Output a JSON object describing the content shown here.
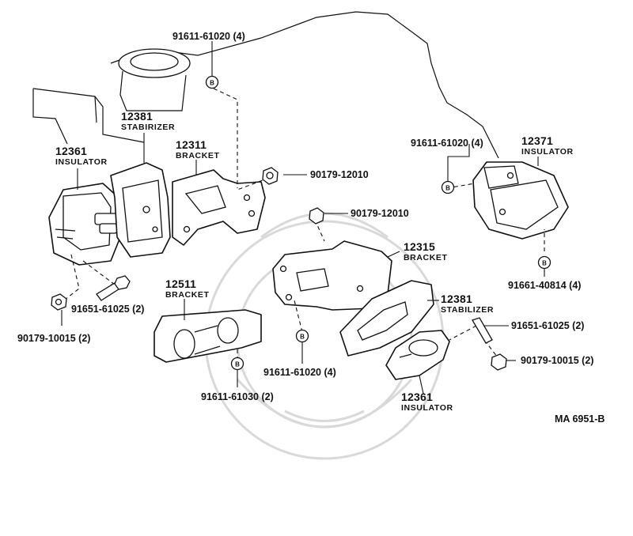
{
  "diagram": {
    "callouts": [
      {
        "id": "p12381a",
        "number": "12381",
        "name": "STABIRIZER"
      },
      {
        "id": "p12361a",
        "number": "12361",
        "name": "INSULATOR"
      },
      {
        "id": "p12311",
        "number": "12311",
        "name": "BRACKET"
      },
      {
        "id": "p12371",
        "number": "12371",
        "name": "INSULATOR"
      },
      {
        "id": "p12315",
        "number": "12315",
        "name": "BRACKET"
      },
      {
        "id": "p12511",
        "number": "12511",
        "name": "BRACKET"
      },
      {
        "id": "p12381b",
        "number": "12381",
        "name": "STABILIZER"
      },
      {
        "id": "p12361b",
        "number": "12361",
        "name": "INSULATOR"
      }
    ],
    "fasteners": [
      {
        "id": "f1",
        "text": "91611-61020 (4)"
      },
      {
        "id": "f2",
        "text": "91611-61020 (4)"
      },
      {
        "id": "f3",
        "text": "90179-12010"
      },
      {
        "id": "f4",
        "text": "90179-12010"
      },
      {
        "id": "f5",
        "text": "91661-40814 (4)"
      },
      {
        "id": "f6",
        "text": "91651-61025 (2)"
      },
      {
        "id": "f7",
        "text": "90179-10015 (2)"
      },
      {
        "id": "f8",
        "text": "91611-61020 (4)"
      },
      {
        "id": "f9",
        "text": "91611-61030 (2)"
      },
      {
        "id": "f10",
        "text": "91651-61025 (2)"
      },
      {
        "id": "f11",
        "text": "90179-10015 (2)"
      }
    ],
    "bolt_marker": "B",
    "reference": "MA 6951-B"
  }
}
